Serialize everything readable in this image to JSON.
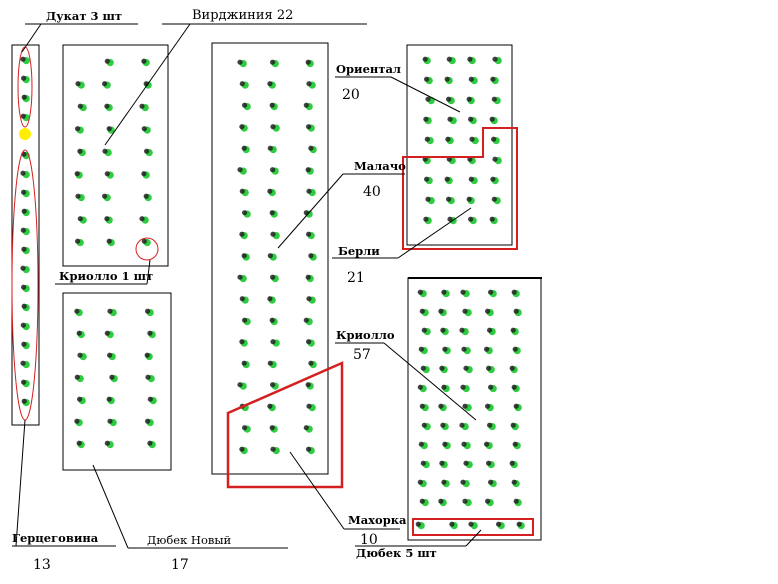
{
  "labels": {
    "dukat": "Дукат 3 шт",
    "virginia": "Вирджиния 22",
    "oriental": "Ориентал",
    "oriental_count": "20",
    "malacho": "Малачо",
    "malacho_count": "40",
    "berli": "Берли",
    "berli_count": "21",
    "criollo": "Криолло",
    "criollo_count": "57",
    "criollo_one": "Криолло 1 шт",
    "makhorka": "Махорка",
    "makhorka_count": "10",
    "dubek_five": "Дюбек 5 шт",
    "hercegovina": "Герцеговина",
    "hercegovina_count": "13",
    "dubek_new": "Дюбек Новый",
    "dubek_new_count": "17"
  },
  "colors": {
    "plant_green": "#2ecc40",
    "plant_dark": "#222222",
    "outline": "#000000",
    "highlight_red": "#d42020",
    "seedling_yellow": "#ffee00"
  }
}
